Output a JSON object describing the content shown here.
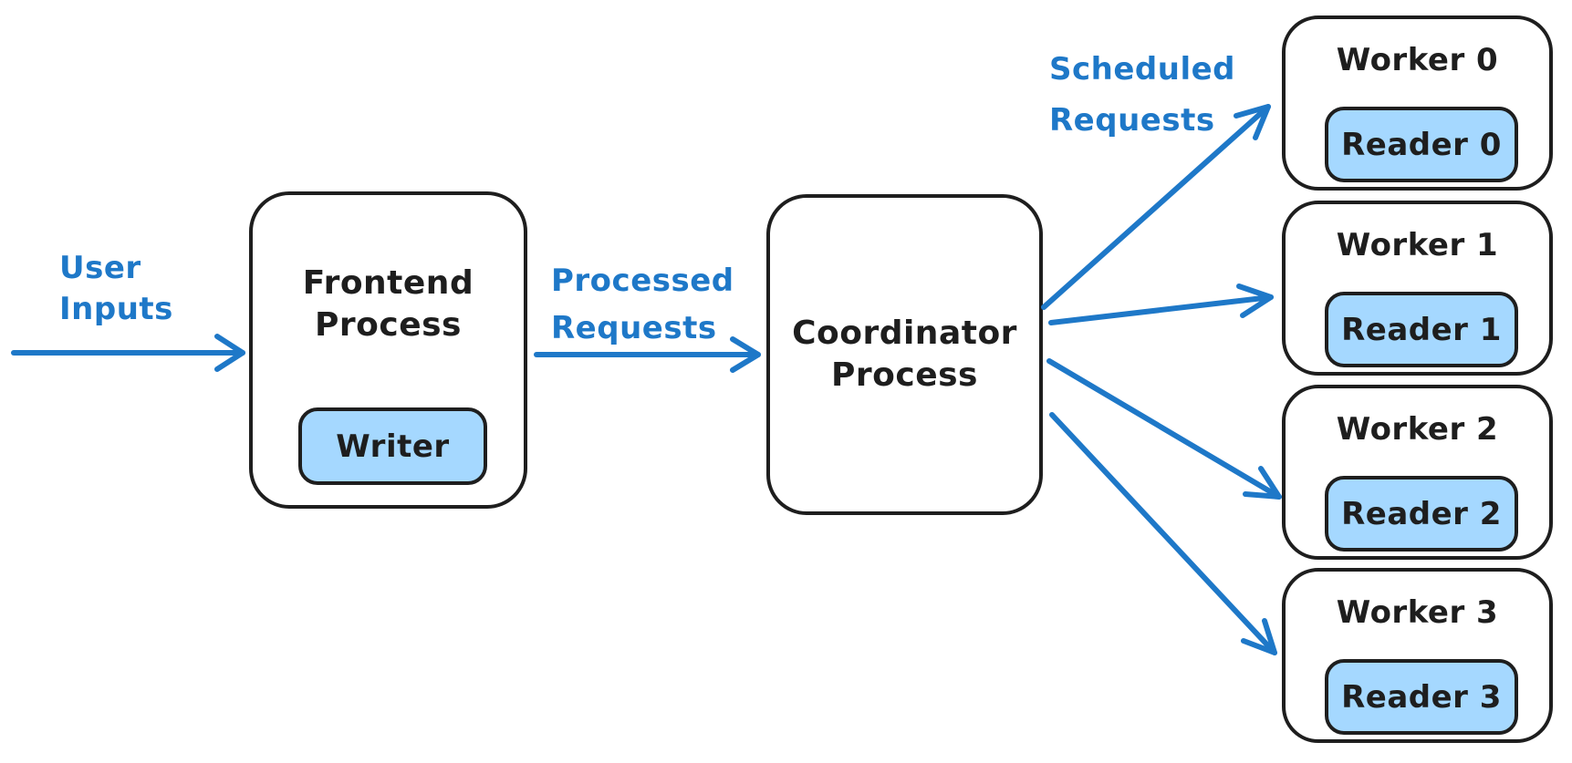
{
  "colors": {
    "accent_blue": "#1e78c8",
    "inner_fill_blue": "#a5d8ff",
    "stroke_black": "#1e1e1e",
    "canvas_background": "#ffffff"
  },
  "labels": {
    "user_inputs": {
      "line1": "User",
      "line2": "Inputs"
    },
    "processed_requests": {
      "line1": "Processed",
      "line2": "Requests"
    },
    "scheduled_requests": {
      "line1": "Scheduled",
      "line2": "Requests"
    }
  },
  "nodes": {
    "frontend": {
      "title_line1": "Frontend",
      "title_line2": "Process",
      "inner": "Writer"
    },
    "coordinator": {
      "title_line1": "Coordinator",
      "title_line2": "Process"
    },
    "workers": [
      {
        "title": "Worker 0",
        "inner": "Reader 0"
      },
      {
        "title": "Worker 1",
        "inner": "Reader 1"
      },
      {
        "title": "Worker 2",
        "inner": "Reader 2"
      },
      {
        "title": "Worker 3",
        "inner": "Reader 3"
      }
    ]
  },
  "edges": [
    {
      "from": "user",
      "to": "frontend-process",
      "label": "User Inputs"
    },
    {
      "from": "frontend-process",
      "to": "coordinator-process",
      "label": "Processed Requests"
    },
    {
      "from": "coordinator-process",
      "to": "worker-0",
      "label": "Scheduled Requests"
    },
    {
      "from": "coordinator-process",
      "to": "worker-1",
      "label": "Scheduled Requests"
    },
    {
      "from": "coordinator-process",
      "to": "worker-2",
      "label": "Scheduled Requests"
    },
    {
      "from": "coordinator-process",
      "to": "worker-3",
      "label": "Scheduled Requests"
    }
  ]
}
